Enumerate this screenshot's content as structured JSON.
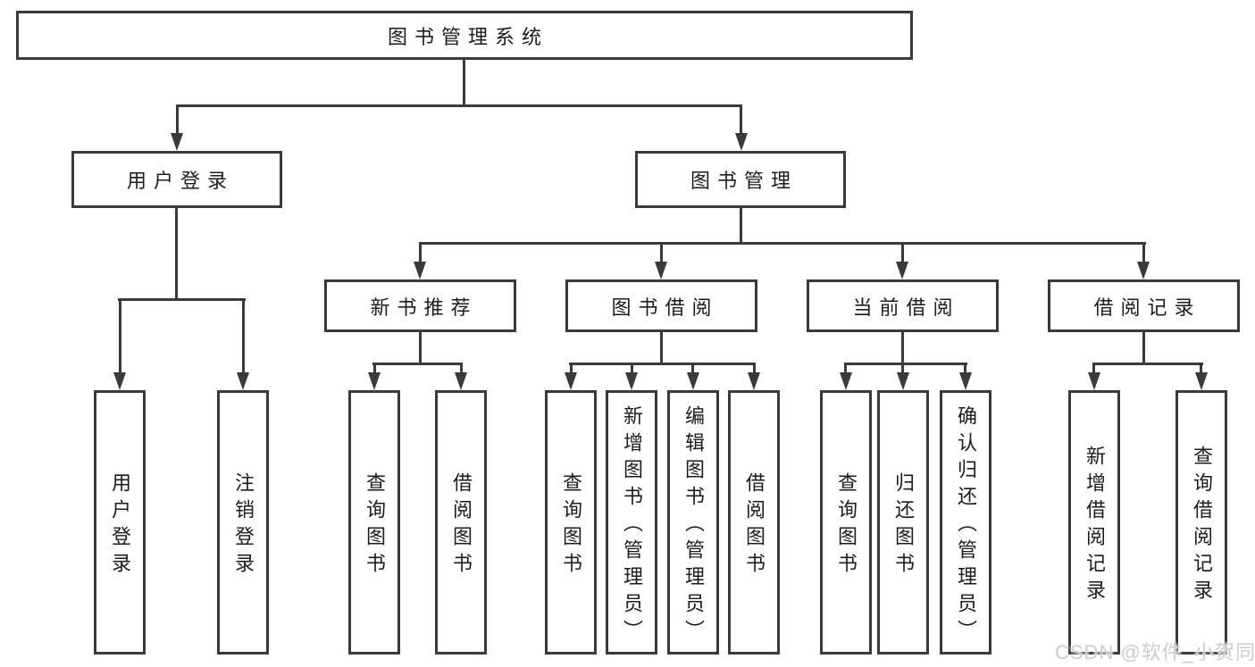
{
  "theme": {
    "line": "#3a3a3a",
    "text": "#1c1c1c",
    "background": "#ffffff",
    "watermark": "#c9cdd1"
  },
  "tree": {
    "label": "图书管理系统",
    "children": [
      {
        "label": "用户登录",
        "children": [
          {
            "label": "用户登录"
          },
          {
            "label": "注销登录"
          }
        ]
      },
      {
        "label": "图书管理",
        "children": [
          {
            "label": "新书推荐",
            "children": [
              {
                "label": "查询图书"
              },
              {
                "label": "借阅图书"
              }
            ]
          },
          {
            "label": "图书借阅",
            "children": [
              {
                "label": "查询图书"
              },
              {
                "label": "新增图书（管理员）"
              },
              {
                "label": "编辑图书（管理员）"
              },
              {
                "label": "借阅图书"
              }
            ]
          },
          {
            "label": "当前借阅",
            "children": [
              {
                "label": "查询图书"
              },
              {
                "label": "归还图书"
              },
              {
                "label": "确认归还（管理员）"
              }
            ]
          },
          {
            "label": "借阅记录",
            "children": [
              {
                "label": "新增借阅记录"
              },
              {
                "label": "查询借阅记录"
              }
            ]
          }
        ]
      }
    ]
  },
  "watermark": {
    "text": "CSDN @软件_小贺同学"
  }
}
